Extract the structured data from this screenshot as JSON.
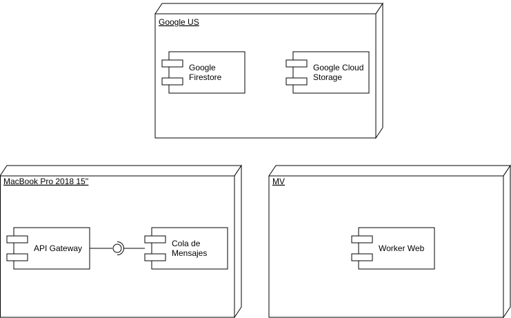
{
  "nodes": {
    "google_us": {
      "title": "Google US"
    },
    "macbook": {
      "title": "MacBook Pro 2018 15''"
    },
    "mv": {
      "title": "MV"
    }
  },
  "components": {
    "firestore": {
      "line1": "Google",
      "line2": "Firestore"
    },
    "cloud_storage": {
      "line1": "Google Cloud",
      "line2": "Storage"
    },
    "api_gateway": {
      "line1": "API Gateway"
    },
    "cola_mensajes": {
      "line1": "Cola de",
      "line2": "Mensajes"
    },
    "worker_web": {
      "line1": "Worker Web"
    }
  },
  "colors": {
    "stroke": "#000000",
    "fill": "#ffffff",
    "background": "#ffffff"
  }
}
